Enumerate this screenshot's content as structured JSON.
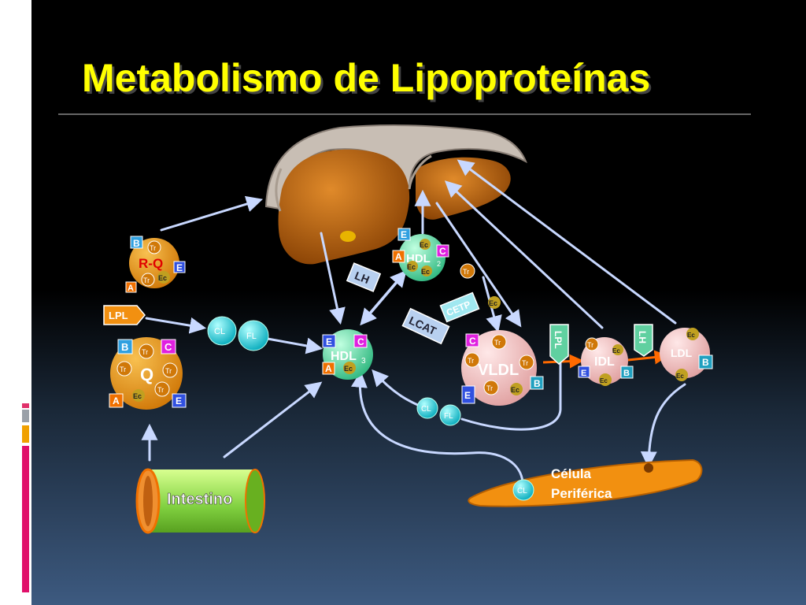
{
  "title": "Metabolismo de Lipoproteínas",
  "colors": {
    "title": "#ffff00",
    "liver": "#b8650e",
    "arrow": "#c8d8ff",
    "cell": "#f29010"
  },
  "particles": {
    "rq": "R-Q",
    "q": "Q",
    "hdl2": "HDL",
    "hdl2_sub": "2",
    "hdl3": "HDL",
    "hdl3_sub": "3",
    "vldl": "VLDL",
    "idl": "IDL",
    "ldl": "LDL"
  },
  "components": {
    "b": "B",
    "c": "C",
    "e": "E",
    "a": "A",
    "tr": "Tr",
    "ec": "Ec",
    "cl": "CL",
    "fl": "FL"
  },
  "enzymes": {
    "lpl": "LPL",
    "lh": "LH",
    "lcat": "LCAT",
    "cetp": "CETP"
  },
  "labels": {
    "intestino": "Intestino",
    "celula_line1": "Célula",
    "celula_line2": "Periférica"
  }
}
